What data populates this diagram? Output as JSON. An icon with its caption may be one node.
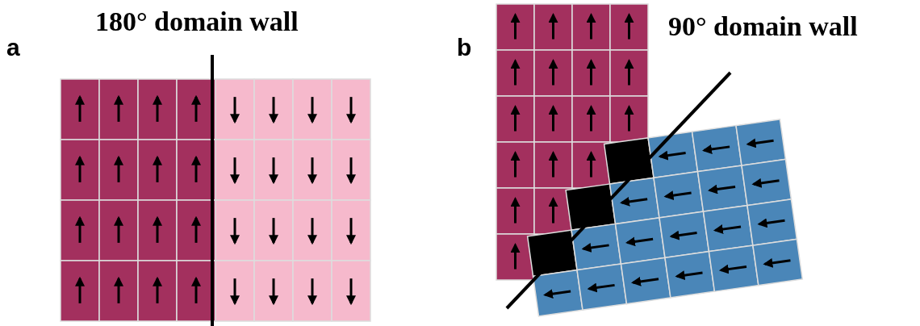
{
  "diagram": {
    "labels": [
      "a",
      "180° domain wall",
      "b",
      "90° domain wall"
    ]
  }
}
